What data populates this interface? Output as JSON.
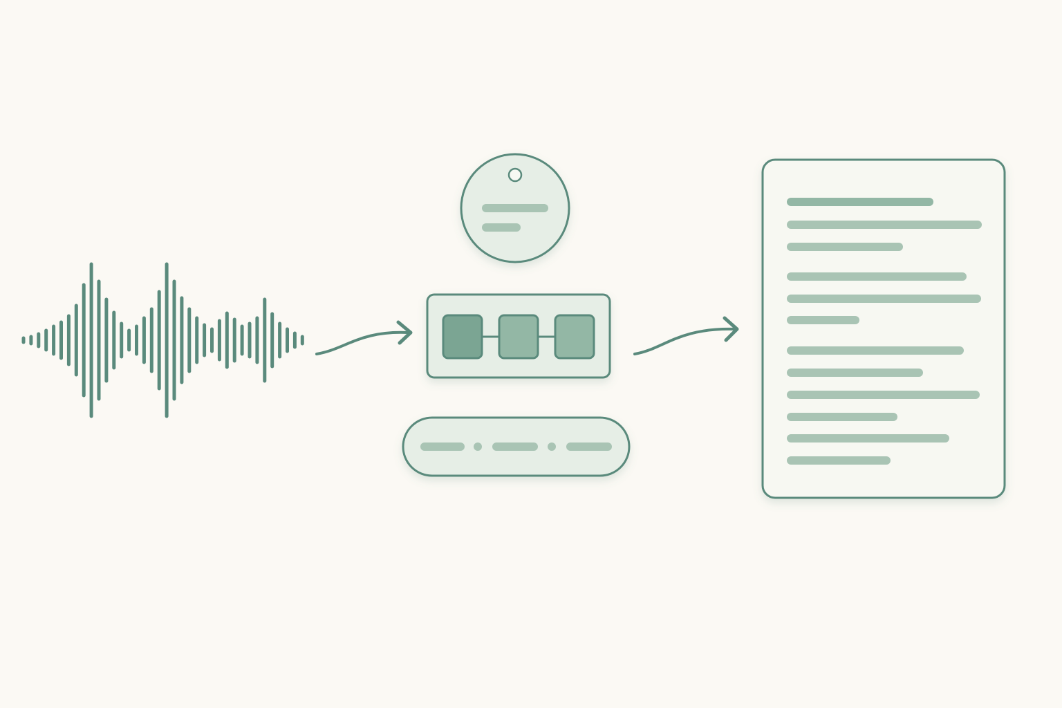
{
  "palette": {
    "background": "#fbf9f4",
    "stroke": "#5a8a7c",
    "fill_dark": "#7ba593",
    "fill_mid": "#93b7a5",
    "fill_light": "#e6eee6",
    "bar": "#a9c4b4"
  },
  "nodes": {
    "waveform": {
      "icon": "audio-waveform-icon"
    },
    "processor_badge": {
      "icon": "info-badge-icon"
    },
    "processor_chain": {
      "icon": "linked-blocks-icon",
      "block_count": 3
    },
    "processor_timeline": {
      "icon": "dash-timeline-icon",
      "segment_count": 3
    },
    "transcript_document": {
      "icon": "document-lines-icon",
      "line_count": 12
    }
  },
  "edges": [
    {
      "from": "waveform",
      "to": "processor_chain",
      "icon": "arrow-right-icon"
    },
    {
      "from": "processor_chain",
      "to": "transcript_document",
      "icon": "arrow-right-icon"
    }
  ]
}
